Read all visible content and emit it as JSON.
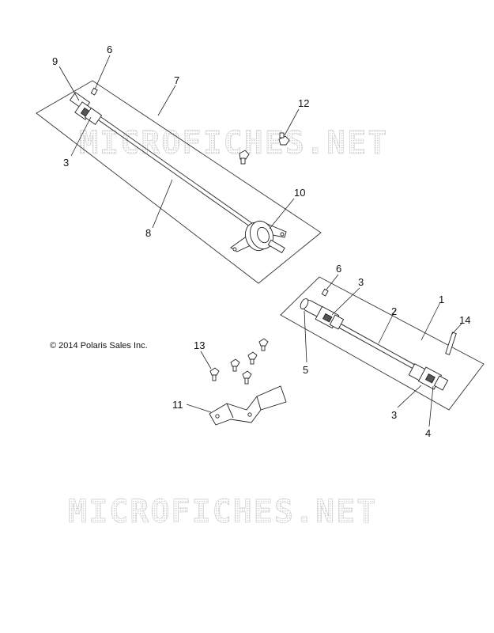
{
  "watermark": {
    "text": "MICROFICHES.NET"
  },
  "copyright": "© 2014 Polaris Sales Inc.",
  "callouts": {
    "c1": "1",
    "c2": "2",
    "c3a": "3",
    "c3b": "3",
    "c3c": "3",
    "c4": "4",
    "c5": "5",
    "c6a": "6",
    "c6b": "6",
    "c7": "7",
    "c8": "8",
    "c9": "9",
    "c10": "10",
    "c11": "11",
    "c12": "12",
    "c13": "13",
    "c14": "14"
  },
  "colors": {
    "line": "#222222",
    "watermark": "#c8c8c8"
  }
}
